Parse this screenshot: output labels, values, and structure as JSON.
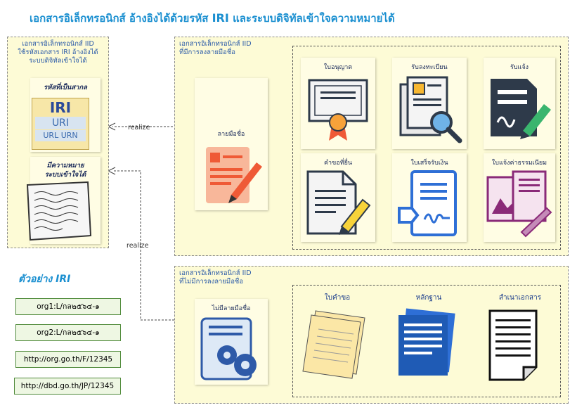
{
  "title": {
    "prefix": "เอกสารอิเล็กทรอนิกส์ อ้างอิงได้ด้วยรหัส",
    "iri": "IRI",
    "suffix": "และระบบดิจิทัลเข้าใจความหมายได้"
  },
  "left_panel": {
    "line1": "เอกสารอิเล็กทรอนิกส์ IID",
    "line2": "ใช้รหัสเอกสาร IRI อ้างอิงได้",
    "line3": "ระบบดิจิทัลเข้าใจได้",
    "sub1": "รหัสที่เป็นสากล",
    "iri_icon": {
      "iri": "IRI",
      "uri": "URI",
      "urn": "URL URN"
    },
    "sub2_line1": "มีความหมาย",
    "sub2_line2": "ระบบเข้าใจได้"
  },
  "signed_panel": {
    "line1": "เอกสารอิเล็กทรอนิกส์ IID",
    "line2": "ที่มีการลงลายมือชื่อ",
    "main_card": {
      "label": "ลายมือชื่อ",
      "icon": "signed-document-icon"
    },
    "cards": [
      {
        "label": "ใบอนุญาต",
        "icon": "certificate-icon"
      },
      {
        "label": "รับลงทะเบียน",
        "icon": "document-search-icon"
      },
      {
        "label": "รับแจ้ง",
        "icon": "document-sign-icon"
      },
      {
        "label": "คำขอที่ยื่น",
        "icon": "document-pencil-icon"
      },
      {
        "label": "ใบเสร็จรับเงิน",
        "icon": "receipt-signature-icon"
      },
      {
        "label": "ใบแจ้งค่าธรรมเนียม",
        "icon": "fee-documents-icon"
      }
    ]
  },
  "unsigned_panel": {
    "line1": "เอกสารอิเล็กทรอนิกส์ IID",
    "line2": "ที่ไม่มีการลงลายมือชื่อ",
    "main_card": {
      "label": "ไม่มีลายมือชื่อ",
      "icon": "document-gears-icon"
    },
    "cards": [
      {
        "label": "ใบคำขอ",
        "icon": "paper-stack-icon"
      },
      {
        "label": "หลักฐาน",
        "icon": "blue-document-stack-icon"
      },
      {
        "label": "สำเนาเอกสาร",
        "icon": "document-copy-icon"
      }
    ]
  },
  "relations": {
    "top": "realize",
    "bottom": "realize"
  },
  "examples": {
    "heading_prefix": "ตัวอย่าง",
    "heading_iri": "IRI",
    "items": [
      "org1:L/กล๒๕๖๔-๑",
      "org2:L/กล๒๕๖๔-๑",
      "http://org.go.th/F/12345",
      "http://dbd.go.th/JP/12345"
    ]
  },
  "colors": {
    "title": "#1a8fd0",
    "panel_bg": "#fdfbd6",
    "example_bg": "#eef7e3",
    "example_border": "#4f8a3a"
  }
}
